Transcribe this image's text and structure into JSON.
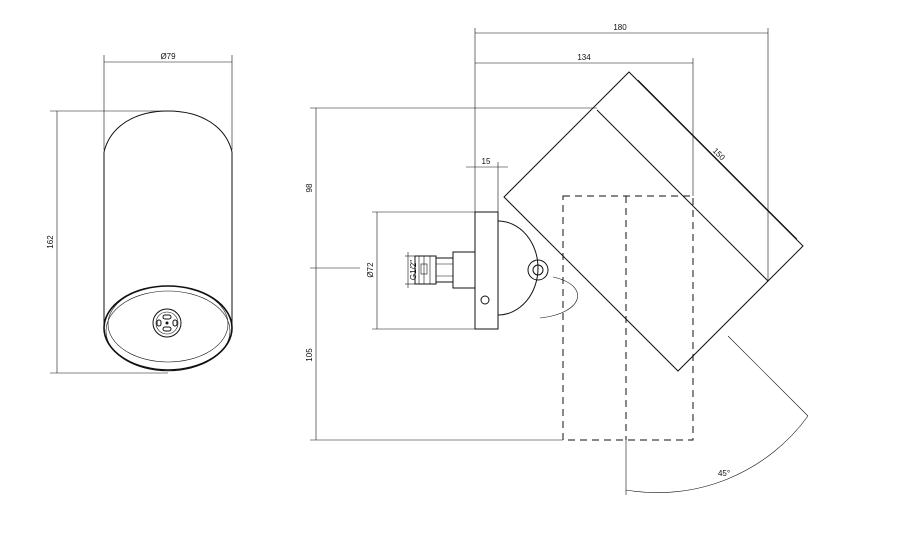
{
  "dimensions": {
    "diameter_79": "Ø79",
    "height_162": "162",
    "width_180": "180",
    "width_134": "134",
    "offset_15": "15",
    "height_98": "98",
    "length_150": "150",
    "diameter_72": "Ø72",
    "thread_g12": "G1/2\"",
    "height_105": "105",
    "angle_45": "45°"
  }
}
